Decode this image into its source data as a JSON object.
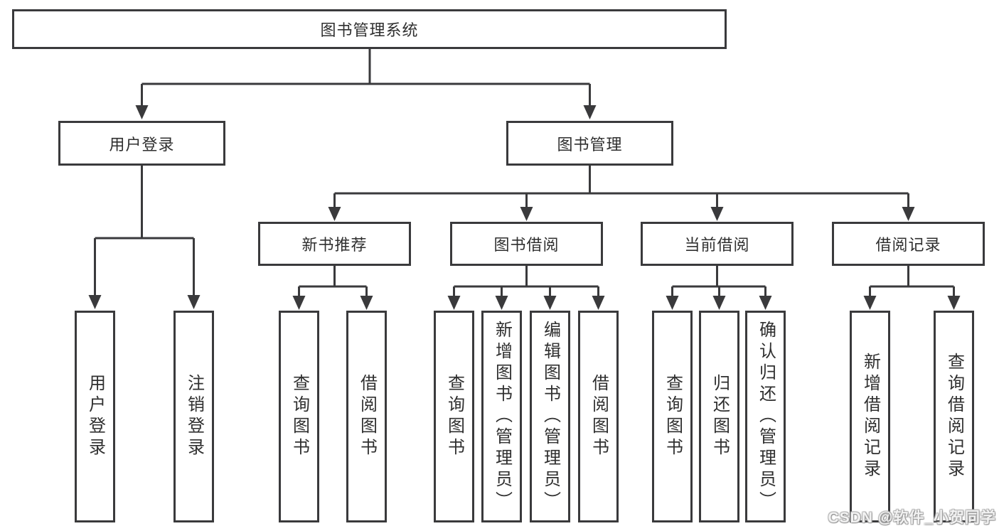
{
  "diagram": {
    "root": "图书管理系统",
    "level2": [
      "用户登录",
      "图书管理"
    ],
    "level3": [
      "新书推荐",
      "图书借阅",
      "当前借阅",
      "借阅记录"
    ],
    "leaves": [
      "用户登录",
      "注销登录",
      "查询图书",
      "借阅图书",
      "查询图书",
      "新增图书（管理员）",
      "编辑图书（管理员）",
      "借阅图书",
      "查询图书",
      "归还图书",
      "确认归还（管理员）",
      "新增借阅记录",
      "查询借阅记录"
    ]
  },
  "watermark": "CSDN @软件_小贺同学",
  "colors": {
    "line": "#3a3a3c",
    "text": "#2f2f2f",
    "background": "#ffffff",
    "watermark": "#f2f2f2"
  }
}
